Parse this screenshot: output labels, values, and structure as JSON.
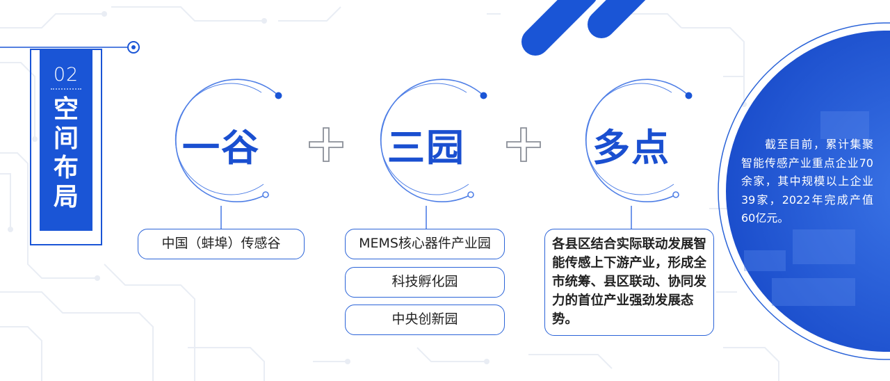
{
  "label": {
    "number": "02",
    "title": [
      "空",
      "间",
      "布",
      "局"
    ]
  },
  "headings": {
    "valley": "一谷",
    "parks": "三园",
    "points": "多点"
  },
  "plus_symbol": "+",
  "valley_items": [
    "中国（蚌埠）传感谷"
  ],
  "park_items": [
    "MEMS核心器件产业园",
    "科技孵化园",
    "中央创新园"
  ],
  "points_text": "各县区结合实际联动发展智能传感上下游产业，形成全市统筹、县区联动、协同发力的首位产业强劲发展态势。",
  "info_text": "截至目前，累计集聚智能传感产业重点企业70余家，其中规模以上企业39家，2022年完成产值60亿元。",
  "colors": {
    "primary": "#1a55d6",
    "circle": "#2a63d8",
    "line": "#4f7fe6"
  }
}
